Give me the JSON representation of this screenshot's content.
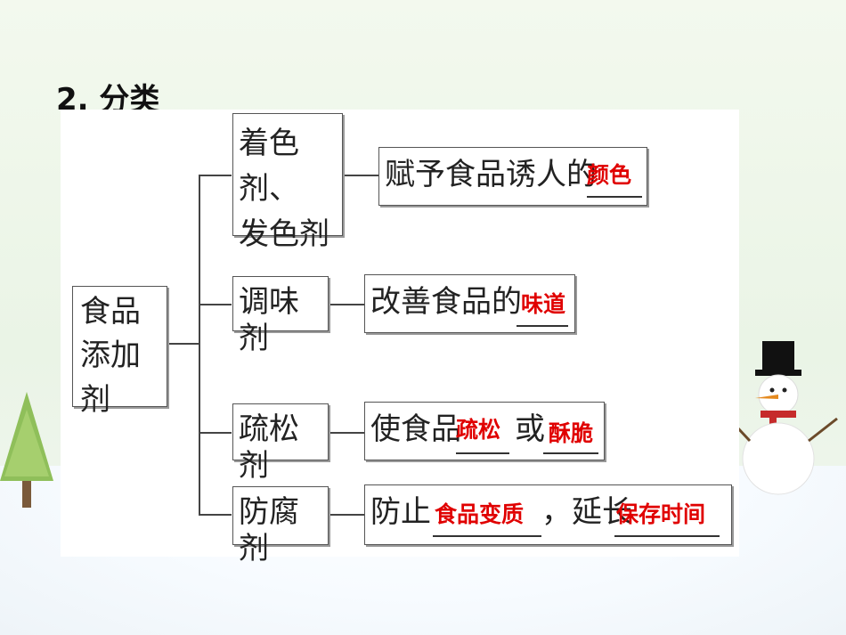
{
  "title": "2. 分类",
  "root": {
    "line1": "食品",
    "line2": "添加剂"
  },
  "branches": [
    {
      "name_line1": "着色剂、",
      "name_line2": "发色剂",
      "desc_prefix": "赋予食品诱人的",
      "answer": "颜色"
    },
    {
      "name": "调味剂",
      "desc_prefix": "改善食品的",
      "answer": "味道"
    },
    {
      "name": "疏松剂",
      "desc_prefix": "使食品",
      "answer1": "疏松",
      "middle": "或",
      "answer2": "酥脆"
    },
    {
      "name": "防腐剂",
      "desc_prefix": "防止",
      "answer1": "食品变质",
      "middle": "，延长",
      "answer2": "保存时间"
    }
  ],
  "colors": {
    "answer": "#e00000",
    "border": "#555555"
  }
}
